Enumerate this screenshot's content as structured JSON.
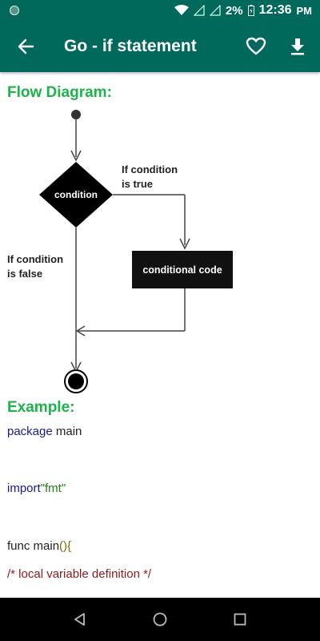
{
  "status_bar": {
    "battery": "2%",
    "time": "12:36",
    "ampm": "PM"
  },
  "app_bar": {
    "title": "Go - if statement"
  },
  "flow_section": {
    "title": "Flow Diagram:",
    "diagram": {
      "decision_label": "condition",
      "true_label_line1": "If condition",
      "true_label_line2": "is true",
      "false_label_line1": "If condition",
      "false_label_line2": "is false",
      "process_label": "conditional code"
    }
  },
  "example_section": {
    "title": "Example:",
    "code": {
      "line1_kw": "package",
      "line1_rest": " main",
      "line2_kw": "import",
      "line2_str": "\"fmt\"",
      "line3_text": "func main",
      "line3_paren": "(){",
      "line4_comment": "/* local variable definition */"
    }
  }
}
